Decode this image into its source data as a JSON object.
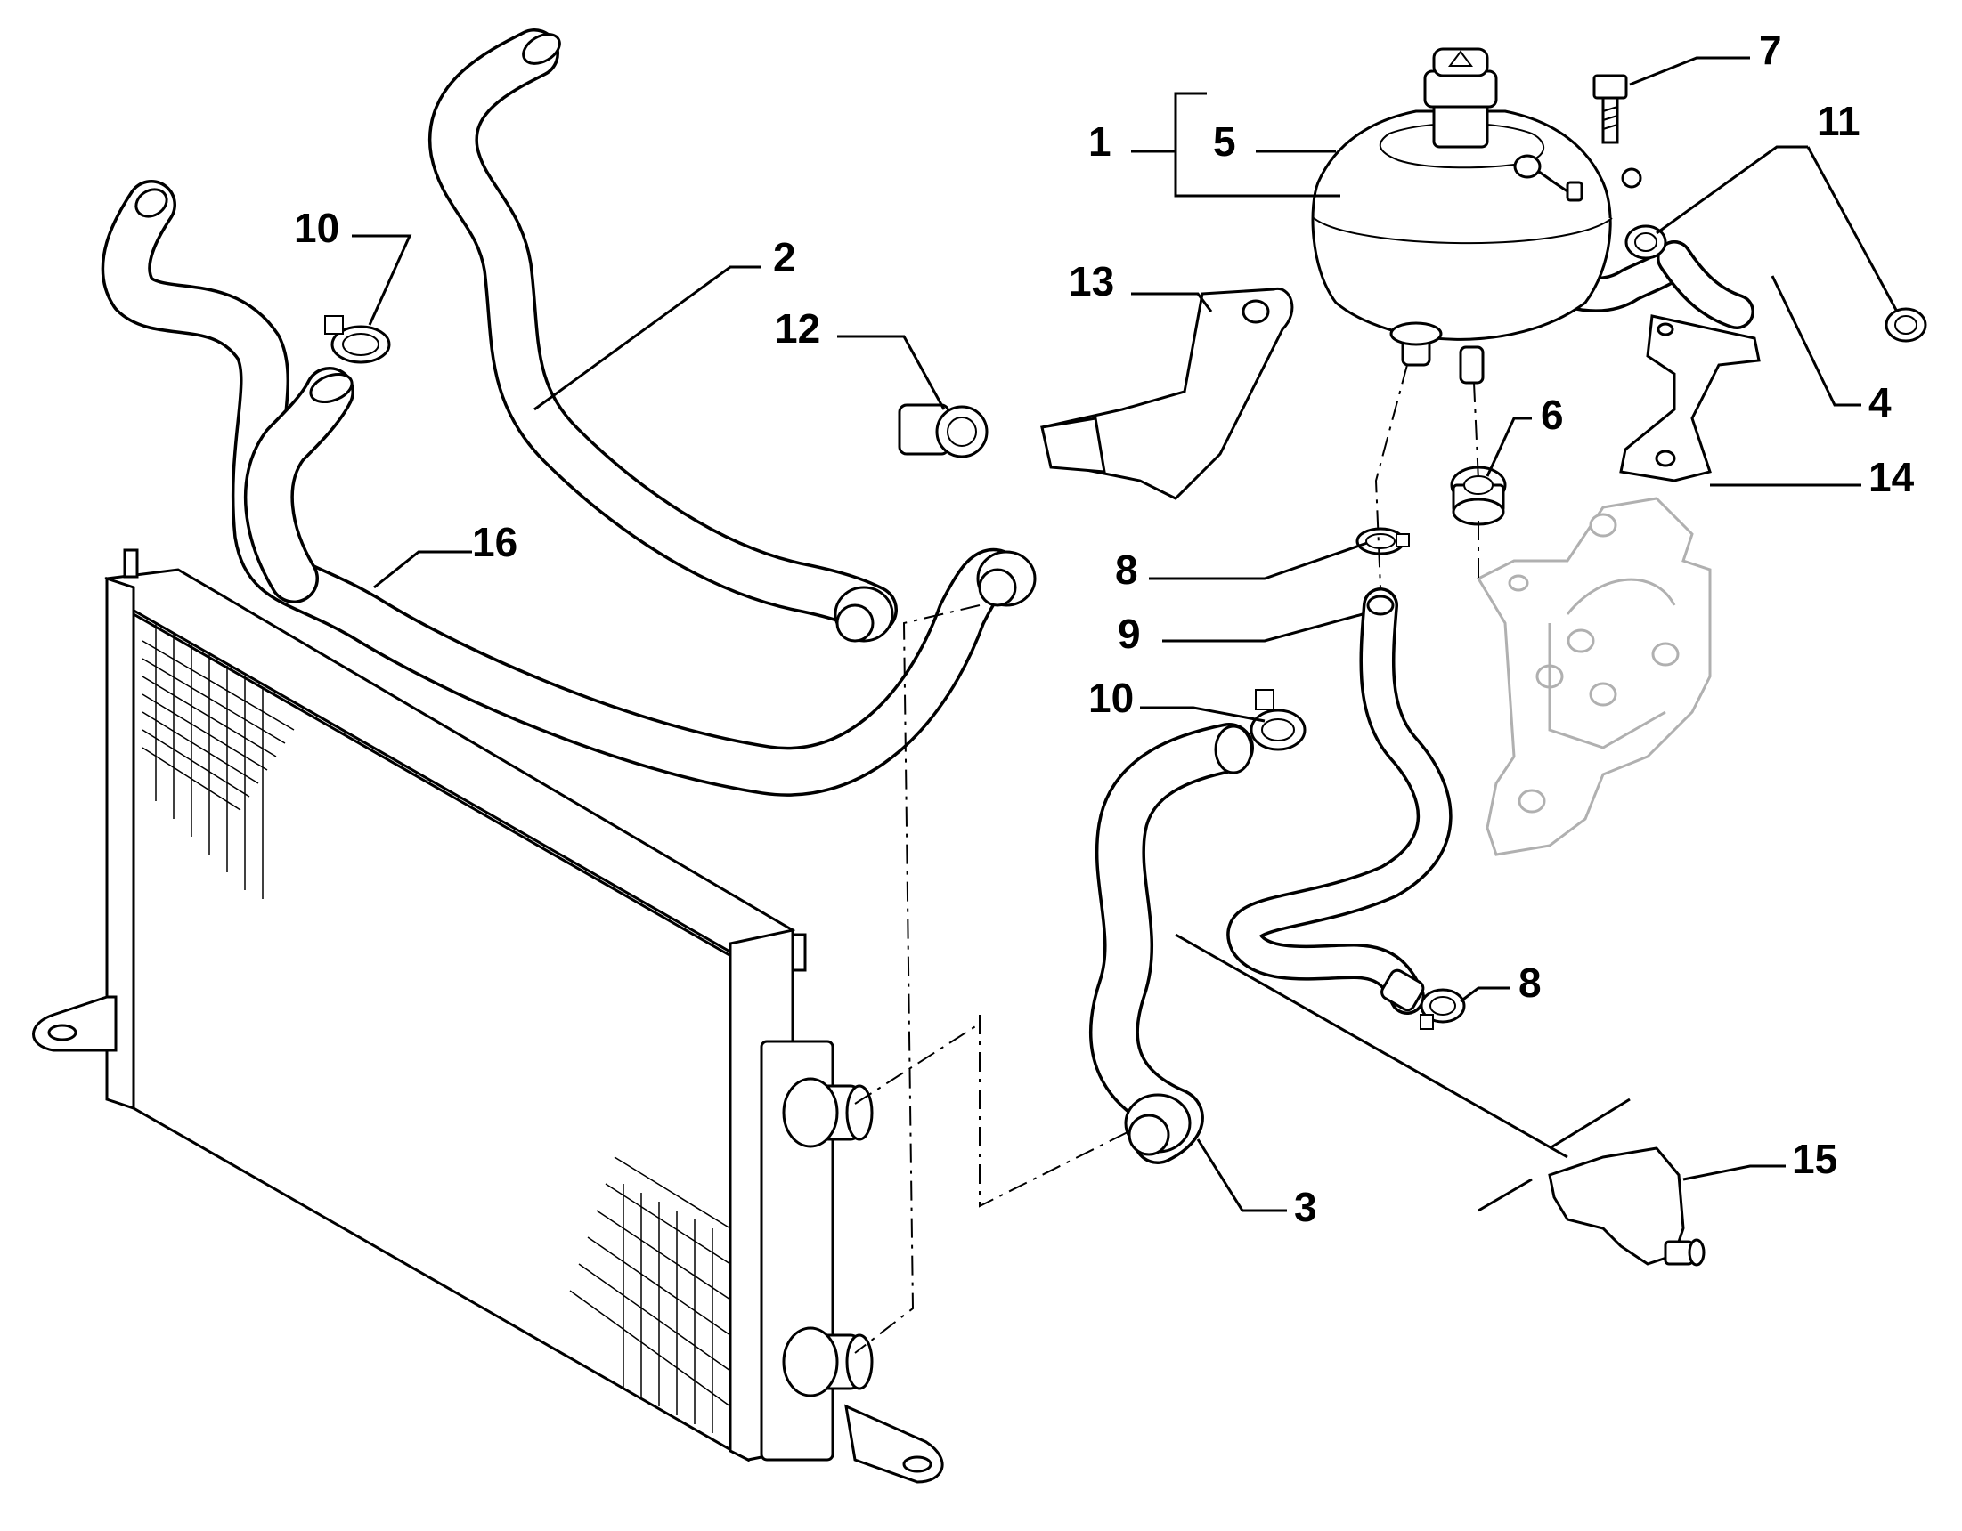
{
  "diagram": {
    "callouts": {
      "c1": "1",
      "c2": "2",
      "c3": "3",
      "c4": "4",
      "c5": "5",
      "c6": "6",
      "c7": "7",
      "c8a": "8",
      "c8b": "8",
      "c9": "9",
      "c10a": "10",
      "c10b": "10",
      "c11": "11",
      "c12": "12",
      "c13": "13",
      "c14": "14",
      "c15": "15",
      "c16": "16"
    },
    "line_color": "#000000",
    "ghost_color": "#b0b0b0"
  }
}
